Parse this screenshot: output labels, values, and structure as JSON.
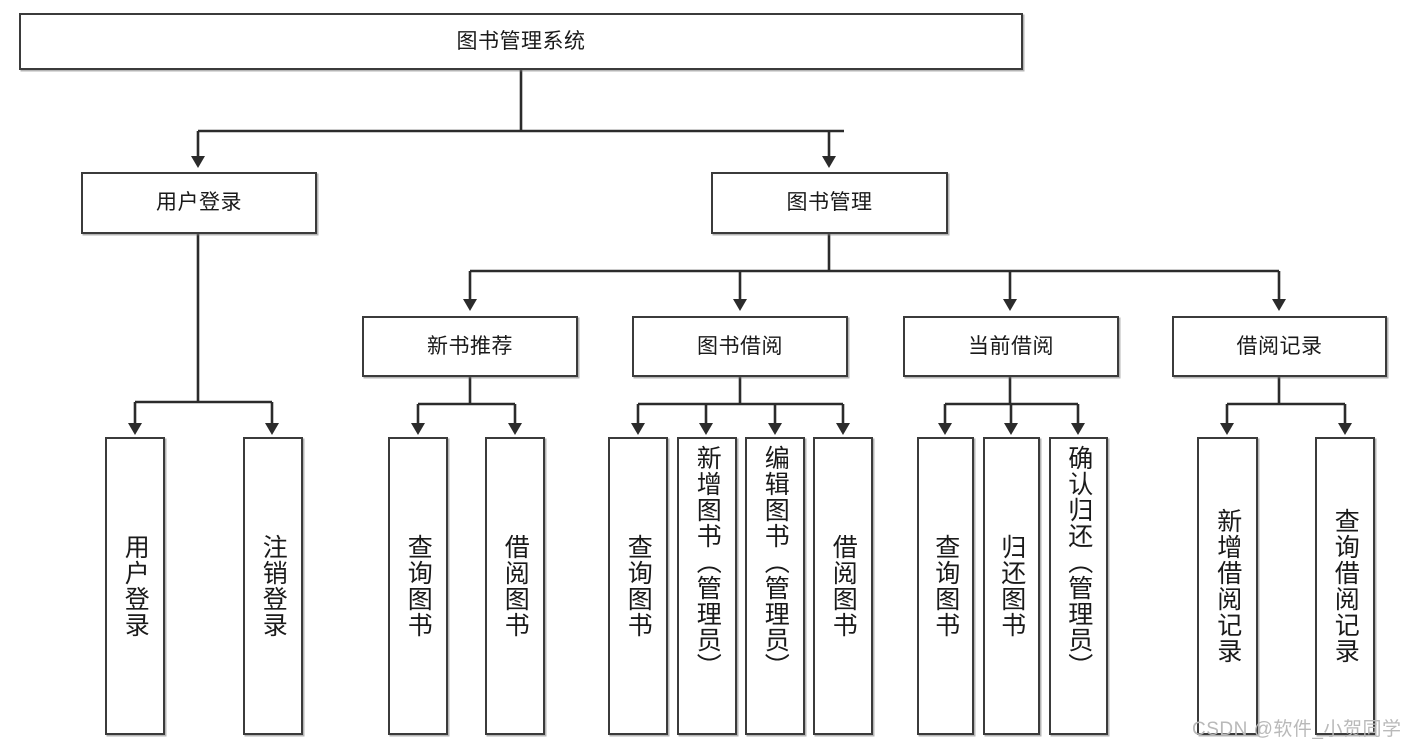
{
  "diagram": {
    "type": "tree-hierarchy-chart",
    "title": "图书管理系统",
    "watermark": "CSDN @软件_小贺同学",
    "colors": {
      "box_border": "#3b3b3b",
      "box_fill": "#ffffff",
      "connector": "#2b2b2b",
      "text": "#1a1a1a",
      "watermark": "#b9b9b9"
    },
    "levels": {
      "root": {
        "label": "图书管理系统"
      },
      "level2": [
        {
          "label": "用户登录"
        },
        {
          "label": "图书管理"
        }
      ],
      "level3": [
        {
          "label": "新书推荐"
        },
        {
          "label": "图书借阅"
        },
        {
          "label": "当前借阅"
        },
        {
          "label": "借阅记录"
        }
      ],
      "leaves": {
        "user_login": [
          {
            "label": "用户登录"
          },
          {
            "label": "注销登录"
          }
        ],
        "new_book_recommend": [
          {
            "label": "查询图书"
          },
          {
            "label": "借阅图书"
          }
        ],
        "book_borrow": [
          {
            "label": "查询图书"
          },
          {
            "label": "新增图书（管理员）"
          },
          {
            "label": "编辑图书（管理员）"
          },
          {
            "label": "借阅图书"
          }
        ],
        "current_borrow": [
          {
            "label": "查询图书"
          },
          {
            "label": "归还图书"
          },
          {
            "label": "确认归还（管理员）"
          }
        ],
        "borrow_record": [
          {
            "label": "新增借阅记录"
          },
          {
            "label": "查询借阅记录"
          }
        ]
      }
    }
  }
}
